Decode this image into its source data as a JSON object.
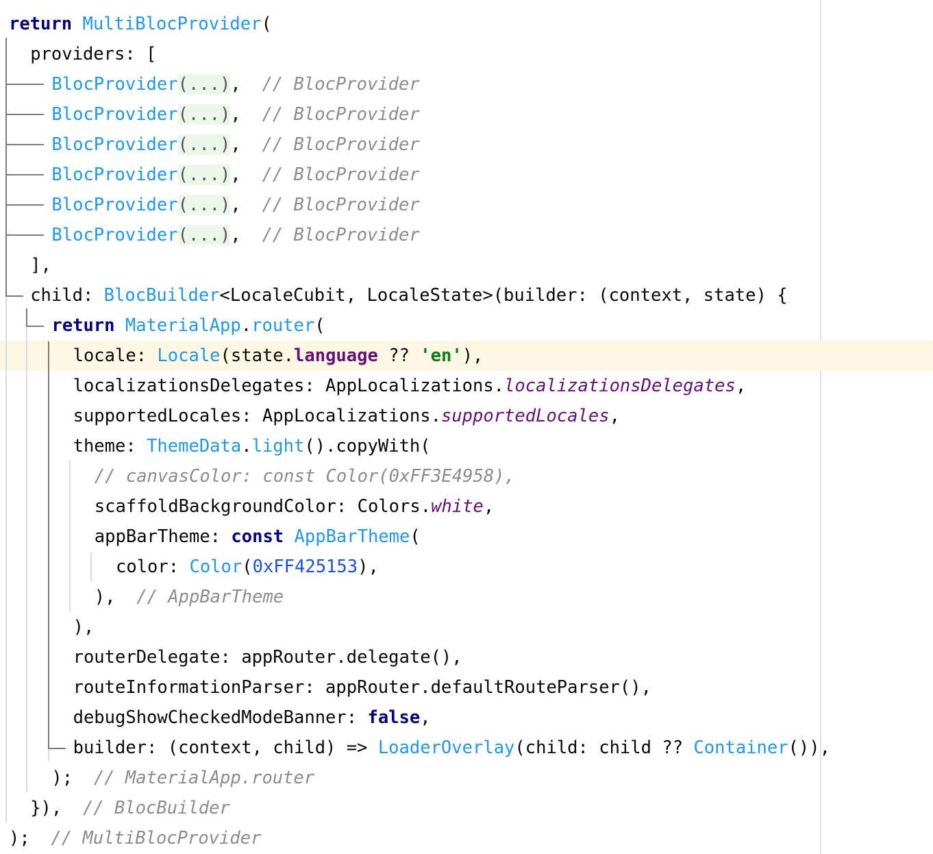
{
  "editor": {
    "language": "dart",
    "lines": [
      {
        "indent": 0,
        "tokens": [
          {
            "t": "return",
            "c": "kw"
          },
          {
            "t": " "
          },
          {
            "t": "MultiBlocProvider",
            "c": "cls"
          },
          {
            "t": "("
          }
        ]
      },
      {
        "indent": 1,
        "tokens": [
          {
            "t": "providers: ["
          }
        ]
      },
      {
        "indent": 2,
        "tokens": [
          {
            "t": "BlocProvider",
            "c": "cls"
          },
          {
            "t": "(...)",
            "c": "fold"
          },
          {
            "t": ",  "
          },
          {
            "t": "// BlocProvider",
            "c": "cm"
          }
        ]
      },
      {
        "indent": 2,
        "tokens": [
          {
            "t": "BlocProvider",
            "c": "cls"
          },
          {
            "t": "(...)",
            "c": "fold"
          },
          {
            "t": ",  "
          },
          {
            "t": "// BlocProvider",
            "c": "cm"
          }
        ]
      },
      {
        "indent": 2,
        "tokens": [
          {
            "t": "BlocProvider",
            "c": "cls"
          },
          {
            "t": "(...)",
            "c": "fold"
          },
          {
            "t": ",  "
          },
          {
            "t": "// BlocProvider",
            "c": "cm"
          }
        ]
      },
      {
        "indent": 2,
        "tokens": [
          {
            "t": "BlocProvider",
            "c": "cls"
          },
          {
            "t": "(...)",
            "c": "fold"
          },
          {
            "t": ",  "
          },
          {
            "t": "// BlocProvider",
            "c": "cm"
          }
        ]
      },
      {
        "indent": 2,
        "tokens": [
          {
            "t": "BlocProvider",
            "c": "cls"
          },
          {
            "t": "(...)",
            "c": "fold"
          },
          {
            "t": ",  "
          },
          {
            "t": "// BlocProvider",
            "c": "cm"
          }
        ]
      },
      {
        "indent": 2,
        "tokens": [
          {
            "t": "BlocProvider",
            "c": "cls"
          },
          {
            "t": "(...)",
            "c": "fold"
          },
          {
            "t": ",  "
          },
          {
            "t": "// BlocProvider",
            "c": "cm"
          }
        ]
      },
      {
        "indent": 1,
        "tokens": [
          {
            "t": "],"
          }
        ]
      },
      {
        "indent": 1,
        "tokens": [
          {
            "t": "child: "
          },
          {
            "t": "BlocBuilder",
            "c": "cls"
          },
          {
            "t": "<LocaleCubit, LocaleState>(builder: (context, state) {"
          }
        ]
      },
      {
        "indent": 2,
        "tokens": [
          {
            "t": "return",
            "c": "kw"
          },
          {
            "t": " "
          },
          {
            "t": "MaterialApp",
            "c": "cls"
          },
          {
            "t": "."
          },
          {
            "t": "router",
            "c": "cls"
          },
          {
            "t": "("
          }
        ]
      },
      {
        "indent": 3,
        "current": true,
        "tokens": [
          {
            "t": "locale: "
          },
          {
            "t": "Locale",
            "c": "cls"
          },
          {
            "t": "(state."
          },
          {
            "t": "language",
            "c": "fldb"
          },
          {
            "t": " ?? "
          },
          {
            "t": "'en'",
            "c": "str"
          },
          {
            "t": "),"
          }
        ]
      },
      {
        "indent": 3,
        "tokens": [
          {
            "t": "localizationsDelegates: AppLocalizations."
          },
          {
            "t": "localizationsDelegates",
            "c": "fld"
          },
          {
            "t": ","
          }
        ]
      },
      {
        "indent": 3,
        "tokens": [
          {
            "t": "supportedLocales: AppLocalizations."
          },
          {
            "t": "supportedLocales",
            "c": "fld"
          },
          {
            "t": ","
          }
        ]
      },
      {
        "indent": 3,
        "tokens": [
          {
            "t": "theme: "
          },
          {
            "t": "ThemeData",
            "c": "cls"
          },
          {
            "t": "."
          },
          {
            "t": "light",
            "c": "cls"
          },
          {
            "t": "().copyWith("
          }
        ]
      },
      {
        "indent": 4,
        "tokens": [
          {
            "t": "// canvasColor: const Color(0xFF3E4958),",
            "c": "cm"
          }
        ]
      },
      {
        "indent": 4,
        "tokens": [
          {
            "t": "scaffoldBackgroundColor: Colors."
          },
          {
            "t": "white",
            "c": "fld"
          },
          {
            "t": ","
          }
        ]
      },
      {
        "indent": 4,
        "tokens": [
          {
            "t": "appBarTheme: "
          },
          {
            "t": "const",
            "c": "kw"
          },
          {
            "t": " "
          },
          {
            "t": "AppBarTheme",
            "c": "cls"
          },
          {
            "t": "("
          }
        ]
      },
      {
        "indent": 5,
        "tokens": [
          {
            "t": "color: "
          },
          {
            "t": "Color",
            "c": "cls"
          },
          {
            "t": "("
          },
          {
            "t": "0xFF425153",
            "c": "num"
          },
          {
            "t": "),"
          }
        ]
      },
      {
        "indent": 4,
        "tokens": [
          {
            "t": "),  "
          },
          {
            "t": "// AppBarTheme",
            "c": "cm"
          }
        ]
      },
      {
        "indent": 3,
        "tokens": [
          {
            "t": "),"
          }
        ]
      },
      {
        "indent": 3,
        "tokens": [
          {
            "t": "routerDelegate: appRouter.delegate(),"
          }
        ]
      },
      {
        "indent": 3,
        "tokens": [
          {
            "t": "routeInformationParser: appRouter.defaultRouteParser(),"
          }
        ]
      },
      {
        "indent": 3,
        "tokens": [
          {
            "t": "debugShowCheckedModeBanner: "
          },
          {
            "t": "false",
            "c": "kw"
          },
          {
            "t": ","
          }
        ]
      },
      {
        "indent": 3,
        "tokens": [
          {
            "t": "builder: (context, child) => "
          },
          {
            "t": "LoaderOverlay",
            "c": "cls"
          },
          {
            "t": "(child: child ?? "
          },
          {
            "t": "Container",
            "c": "cls"
          },
          {
            "t": "()),"
          }
        ]
      },
      {
        "indent": 2,
        "tokens": [
          {
            "t": ");  "
          },
          {
            "t": "// MaterialApp.router",
            "c": "cm"
          }
        ]
      },
      {
        "indent": 1,
        "tokens": [
          {
            "t": "}),  "
          },
          {
            "t": "// BlocBuilder",
            "c": "cm"
          }
        ]
      },
      {
        "indent": 0,
        "tokens": [
          {
            "t": ");  "
          },
          {
            "t": "// MultiBlocProvider",
            "c": "cm"
          }
        ]
      }
    ]
  },
  "colors": {
    "keyword": "#000080",
    "class": "#2196f3",
    "comment": "#8c8c8c",
    "field": "#660e7a",
    "string": "#067d17",
    "number": "#1750eb",
    "current_line": "#fdf8e4",
    "fold_bg": "#eaf7ea"
  }
}
